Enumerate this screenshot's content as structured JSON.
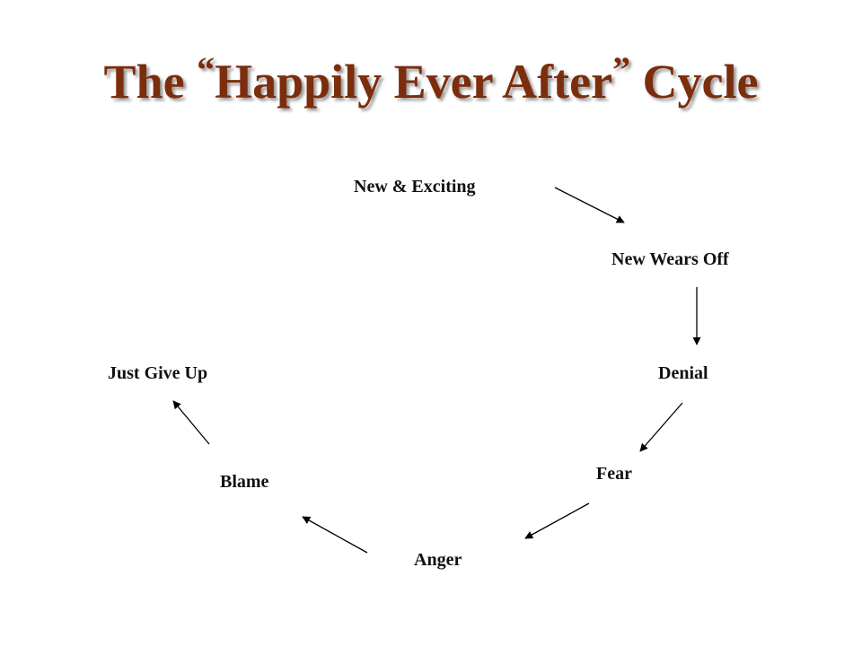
{
  "title": {
    "prefix": "The ",
    "open_quote": "“",
    "quoted": "Happily Ever After",
    "close_quote": "”",
    "suffix": " Cycle",
    "color": "#7b2d0c"
  },
  "cycle": {
    "stages": [
      "New & Exciting",
      "New Wears Off",
      "Denial",
      "Fear",
      "Anger",
      "Blame",
      "Just Give Up"
    ]
  }
}
